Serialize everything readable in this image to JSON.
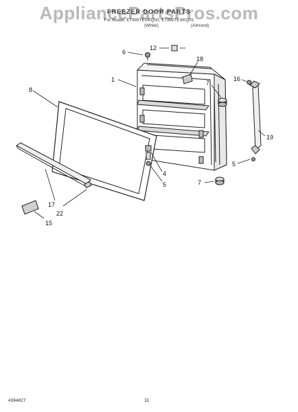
{
  "header": {
    "watermark": "AppliancePartsPros.com",
    "title": "FREEZER DOOR PARTS",
    "models": "For Model: ET8WTEXKQ00, ET8WTEXKQ01",
    "color_a": "(White)",
    "color_b": "(Almond)"
  },
  "callouts": [
    {
      "label": "1"
    },
    {
      "label": "4"
    },
    {
      "label": "5"
    },
    {
      "label": "5"
    },
    {
      "label": "6"
    },
    {
      "label": "7"
    },
    {
      "label": "7"
    },
    {
      "label": "8"
    },
    {
      "label": "12"
    },
    {
      "label": "15"
    },
    {
      "label": "16"
    },
    {
      "label": "17"
    },
    {
      "label": "18"
    },
    {
      "label": "19"
    },
    {
      "label": "22"
    }
  ],
  "footer": {
    "part_number": "4394827",
    "page": "11"
  }
}
